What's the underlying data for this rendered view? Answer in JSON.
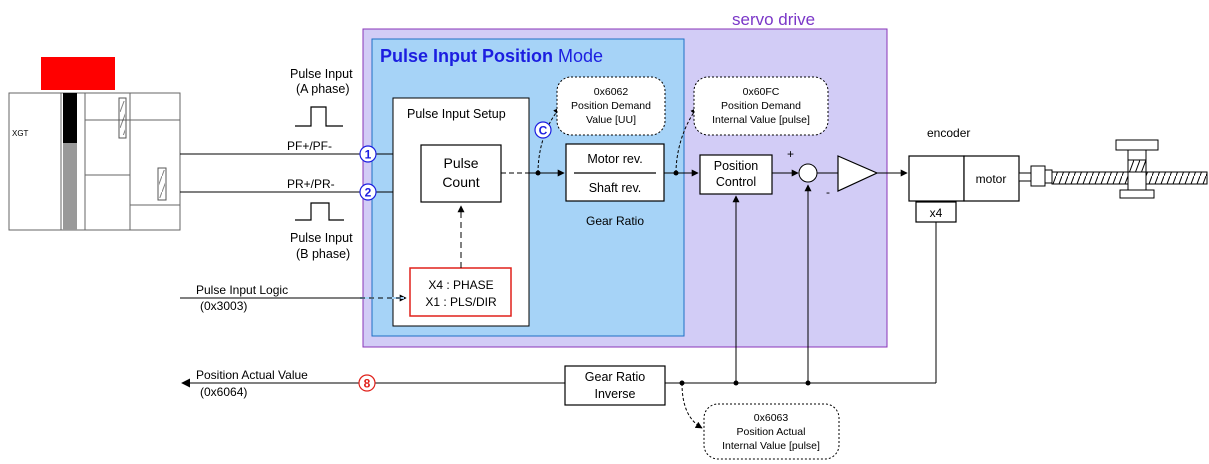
{
  "servo_drive_label": "servo drive",
  "mode_title": {
    "bold": "Pulse Input Position",
    "normal": " Mode"
  },
  "plc_label": "XGT",
  "pulse_input_a": {
    "line1": "Pulse Input",
    "line2": "(A phase)"
  },
  "pulse_input_b": {
    "line1": "Pulse Input",
    "line2": "(B phase)"
  },
  "pf_label": "PF+/PF-",
  "pr_label": "PR+/PR-",
  "marker_1": "1",
  "marker_2": "2",
  "marker_c": "C",
  "marker_8": "8",
  "pulse_input_setup": "Pulse Input Setup",
  "pulse_count": {
    "line1": "Pulse",
    "line2": "Count"
  },
  "x4_phase": "X4 : PHASE",
  "x1_plsdir": "X1 : PLS/DIR",
  "pulse_input_logic": {
    "line1": "Pulse Input Logic",
    "line2": "(0x3003)"
  },
  "gear_ratio_box": {
    "top": "Motor rev.",
    "bottom": "Shaft rev."
  },
  "gear_ratio_label": "Gear Ratio",
  "note_6062": {
    "line1": "0x6062",
    "line2": "Position Demand",
    "line3": "Value [UU]"
  },
  "note_60fc": {
    "line1": "0x60FC",
    "line2": "Position Demand",
    "line3": "Internal Value [pulse]"
  },
  "position_control": {
    "line1": "Position",
    "line2": "Control"
  },
  "plus_sign": "+",
  "minus_sign": "-",
  "encoder_label": "encoder",
  "motor_label": "motor",
  "x4_label": "x4",
  "gear_ratio_inverse": {
    "line1": "Gear Ratio",
    "line2": "Inverse"
  },
  "position_actual_value": {
    "line1": "Position Actual Value",
    "line2": "(0x6064)"
  },
  "note_6063": {
    "line1": "0x6063",
    "line2": "Position Actual",
    "line3": "Internal Value [pulse]"
  },
  "colors": {
    "servo_bg": "#d2ccf6",
    "servo_border": "#8a35b8",
    "mode_bg": "#a6d3f7",
    "mode_border": "#1f6fc4",
    "accent_blue": "#1c1ee0",
    "marker_red": "#e0201a",
    "plc_red": "#ff0000"
  }
}
